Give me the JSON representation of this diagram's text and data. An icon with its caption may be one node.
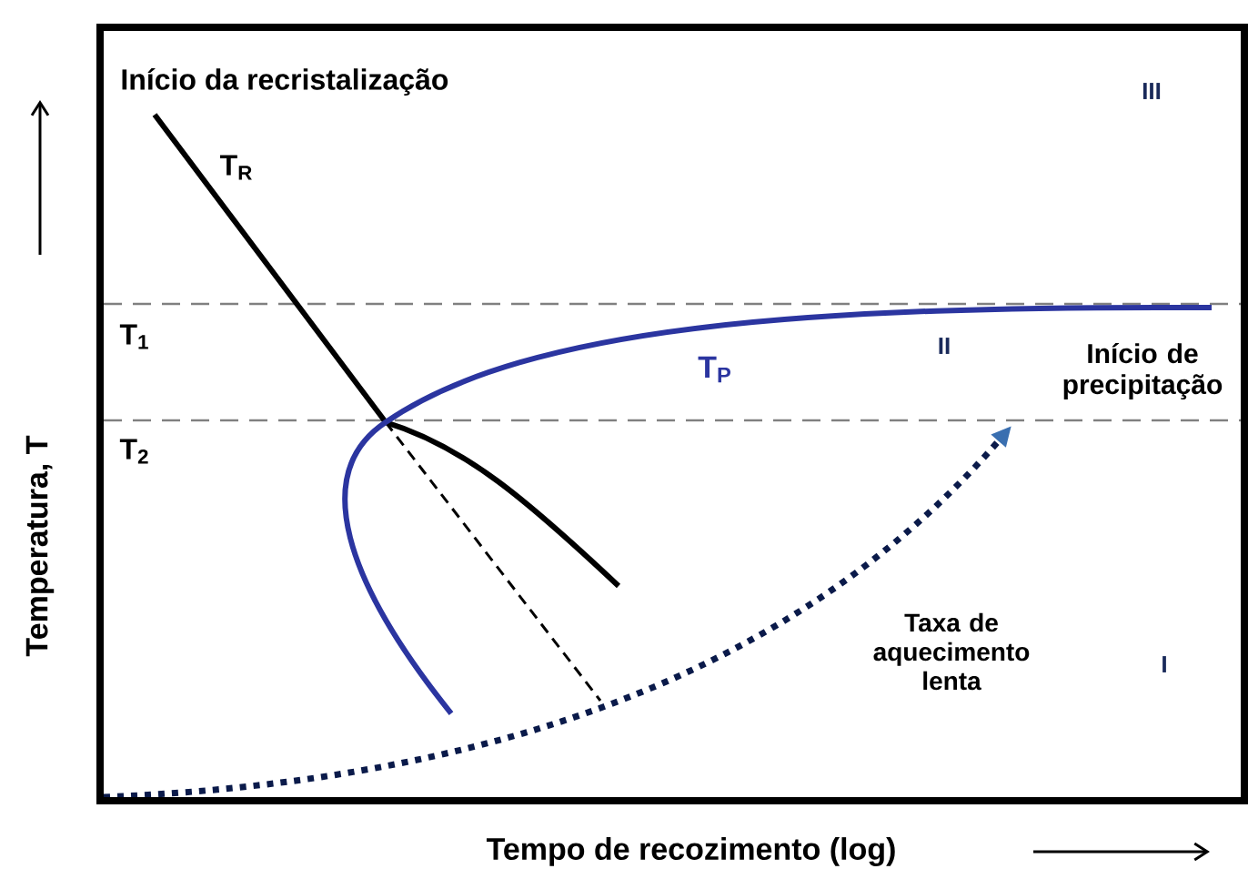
{
  "diagram": {
    "labels": [
      "Início da recristalização",
      "T$_{R}$",
      "III",
      "T$_{1}$",
      "T$_{P}$",
      "II",
      "Início de precipitação",
      "T$_{2}$",
      "Taxa de aquecimento lenta",
      "I",
      "Temperatura, T",
      "Tempo de recozimento (log)"
    ]
  }
}
